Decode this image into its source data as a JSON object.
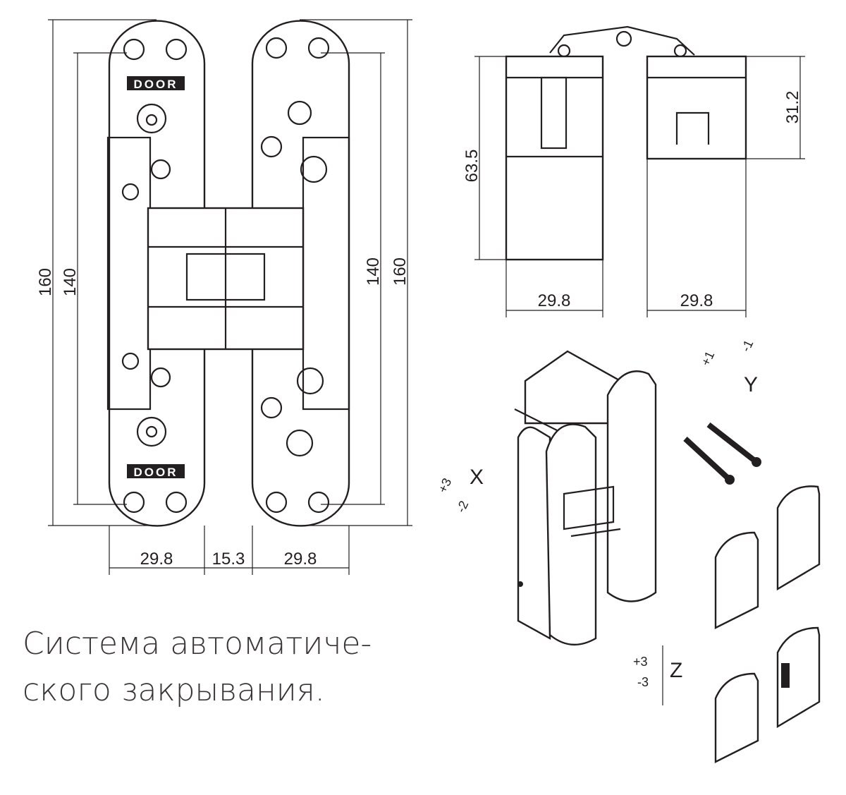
{
  "front_view": {
    "dims": {
      "outer_left": "160",
      "inner_left": "140",
      "inner_right": "140",
      "outer_right": "160",
      "bottom_left": "29.8",
      "bottom_gap": "15.3",
      "bottom_right": "29.8"
    },
    "plate_marking": "DOOR"
  },
  "side_view": {
    "dims": {
      "height": "63.5",
      "right_height": "31.2",
      "width_left": "29.8",
      "width_right": "29.8"
    }
  },
  "iso_view": {
    "axis_x": "X",
    "x_plus": "+3",
    "x_minus": "-2",
    "axis_y": "Y",
    "y_plus": "+1",
    "y_minus": "-1",
    "axis_z": "Z",
    "z_plus": "+3",
    "z_minus": "-3"
  },
  "caption": {
    "line1": "Система автоматиче-",
    "line2": "ского закрывания."
  }
}
